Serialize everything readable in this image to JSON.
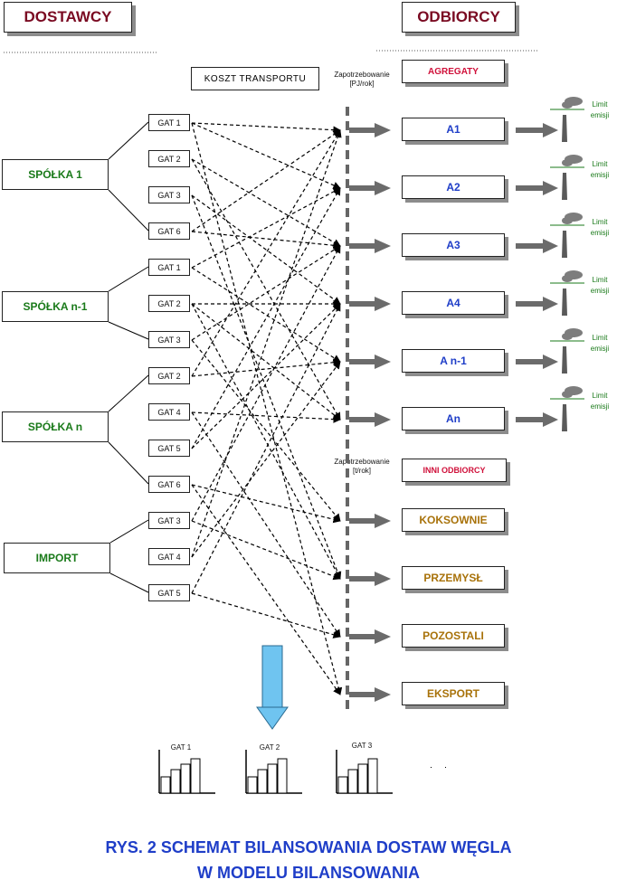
{
  "header": {
    "suppliers_title": "DOSTAWCY",
    "consumers_title": "ODBIORCY",
    "transport_cost": "KOSZT TRANSPORTU",
    "demand_energy": "Zapotrzebowanie [PJ/rok]",
    "demand_mass": "Zapotrzebowanie [t/rok]"
  },
  "suppliers": [
    {
      "name": "SPÓŁKA 1",
      "gats": [
        "GAT 1",
        "GAT 2",
        "GAT 3",
        "GAT 6"
      ]
    },
    {
      "name": "SPÓŁKA n-1",
      "gats": [
        "GAT 1",
        "GAT 2",
        "GAT 3"
      ]
    },
    {
      "name": "SPÓŁKA n",
      "gats": [
        "GAT 2",
        "GAT 4",
        "GAT 5",
        "GAT 6"
      ]
    },
    {
      "name": "IMPORT",
      "gats": [
        "GAT 3",
        "GAT 4",
        "GAT 5"
      ]
    }
  ],
  "consumers": {
    "group1": "AGREGATY",
    "units": [
      "A1",
      "A2",
      "A3",
      "A4",
      "A n-1",
      "An"
    ],
    "group2": "INNI ODBIORCY",
    "others": [
      "KOKSOWNIE",
      "PRZEMYSŁ",
      "POZOSTALI",
      "EKSPORT"
    ],
    "limit_label": "Limit emisji"
  },
  "charts": [
    {
      "label": "GAT 1",
      "values": [
        0.45,
        0.65,
        0.8,
        0.95
      ]
    },
    {
      "label": "GAT 2",
      "values": [
        0.45,
        0.65,
        0.8,
        0.95
      ]
    },
    {
      "label": "GAT 3",
      "values": [
        0.45,
        0.65,
        0.8,
        0.95
      ]
    }
  ],
  "caption": {
    "line1": "RYS. 2 SCHEMAT BILANSOWANIA DOSTAW WĘGLA",
    "line2": "W MODELU BILANSOWANIA"
  },
  "colors": {
    "supplier_text": "#1a7a1a",
    "consumer_text": "#1f3ec8",
    "group_text": "#d0103a",
    "other_text": "#a8720a",
    "header_text": "#7a0a22",
    "down_arrow": "#6fc4f0"
  }
}
